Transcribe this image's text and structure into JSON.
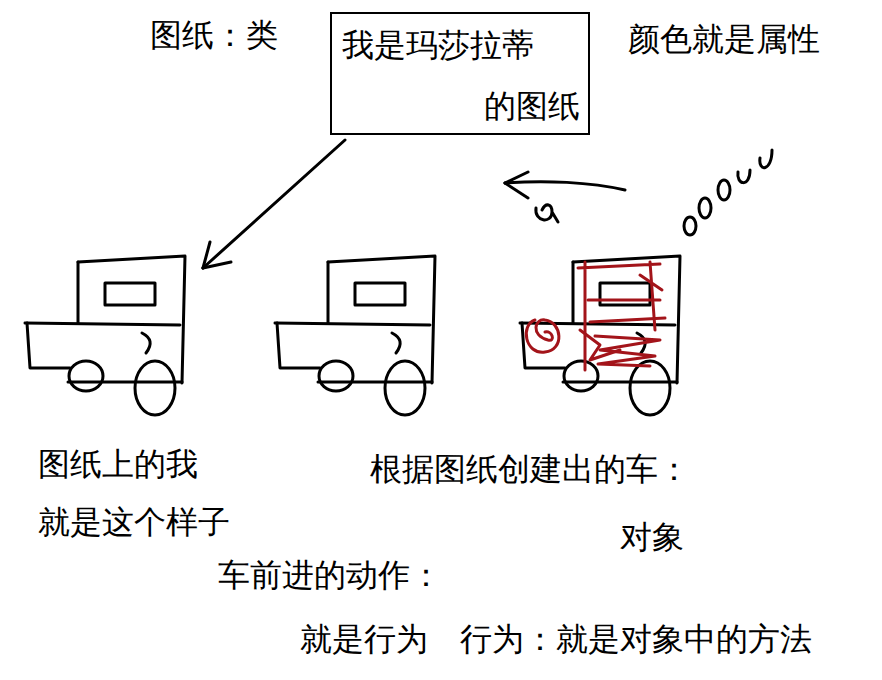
{
  "diagram": {
    "nodes": [
      {
        "text": [
          "我是玛莎拉蒂",
          "的图纸"
        ]
      }
    ],
    "labels": [
      "图纸：类",
      "颜色就是属性",
      "图纸上的我",
      "就是这个样子",
      "根据图纸创建出的车：",
      "对象",
      "车前进的动作：",
      "就是行为",
      "行为：就是对象中的方法"
    ]
  }
}
